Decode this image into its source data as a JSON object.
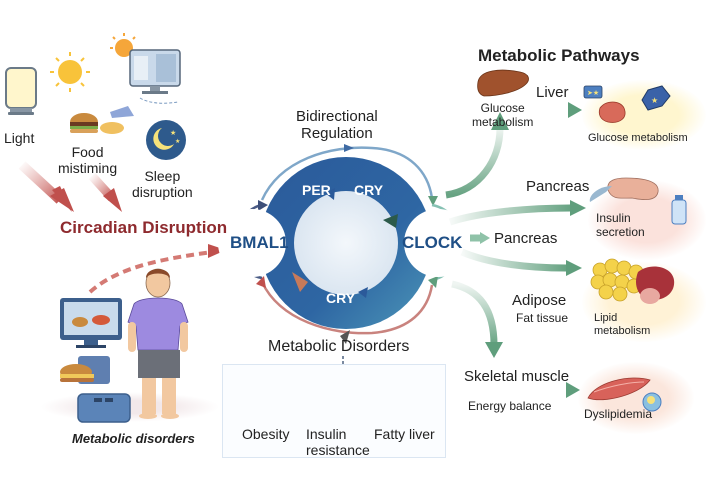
{
  "colors": {
    "disruption_red": "#8e2a2e",
    "clock_blue": "#1f4f86",
    "pathway_green": "#5f9e7c",
    "arrow_red": "#c85a5a"
  },
  "inputs": {
    "light": "Light",
    "food": [
      "Food",
      "mistiming"
    ],
    "sleep": [
      "Sleep",
      "disruption"
    ]
  },
  "circadian_disruption": "Circadian Disruption",
  "clock": {
    "header": [
      "Bidirectional",
      "Regulation"
    ],
    "genes": {
      "bmal1": "BMAL1",
      "clock": "CLOCK",
      "per": "PER",
      "cry_top": "CRY",
      "cry_bottom": "CRY"
    }
  },
  "left_panel": {
    "caption": "Metabolic disorders"
  },
  "disorders": {
    "title": "Metabolic Disorders",
    "items": [
      {
        "label": [
          "Obesity"
        ],
        "icon": "scale-icon"
      },
      {
        "label": [
          "Insulin",
          "resistance"
        ],
        "icon": "receptor-icon"
      },
      {
        "label": [
          "Fatty liver"
        ],
        "icon": "fatty-liver-icon"
      }
    ]
  },
  "pathways": {
    "title": "Metabolic Pathways",
    "liver": {
      "organ": "Liver",
      "left_label": [
        "Glucose",
        "metabolism"
      ],
      "right_label": "Glucose metabolism"
    },
    "pancreas_top": {
      "organ": "Pancreas",
      "label": [
        "Insulin",
        "secretion"
      ]
    },
    "pancreas_mid": "Pancreas",
    "adipose": {
      "organ": "Adipose",
      "sub": "Fat tissue",
      "label": [
        "Lipid",
        "metabolism"
      ]
    },
    "muscle": {
      "organ": "Skeletal muscle",
      "sub": "Energy balance",
      "label": "Dyslipidemia"
    }
  }
}
